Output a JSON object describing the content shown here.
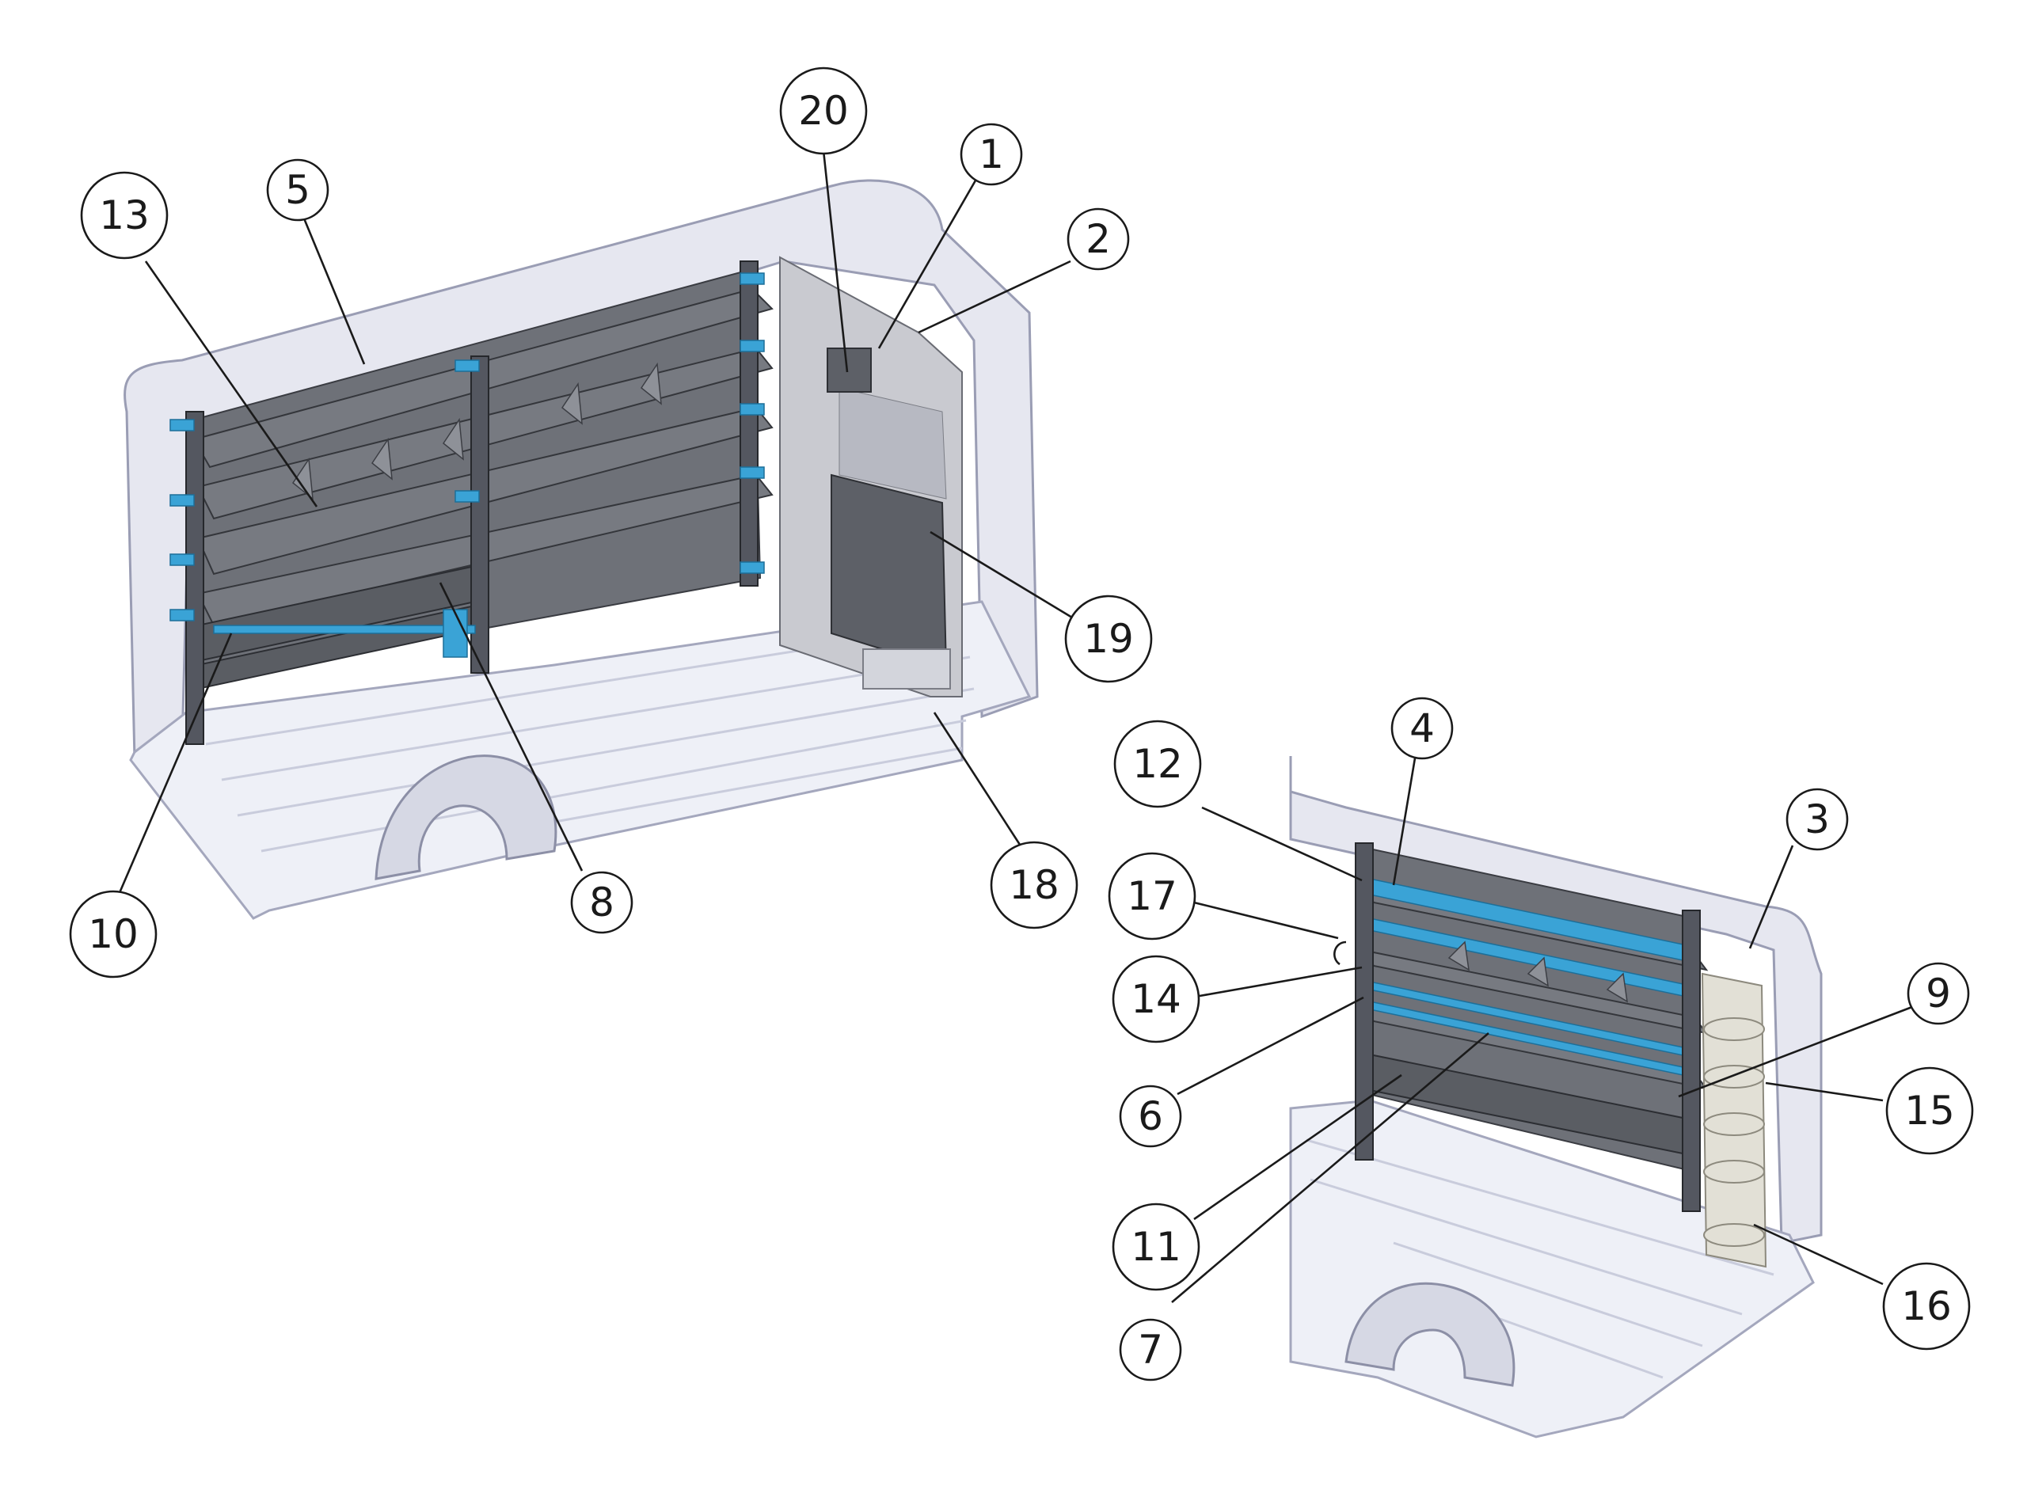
{
  "diagram": {
    "colors": {
      "van_body": "#e6e7f0",
      "shelving": "#777a81",
      "accent_blue": "#3aa3d6",
      "callout_stroke": "#1a1a1a"
    },
    "callouts": [
      {
        "id": "c20",
        "label": "20"
      },
      {
        "id": "c1",
        "label": "1"
      },
      {
        "id": "c2",
        "label": "2"
      },
      {
        "id": "c5",
        "label": "5"
      },
      {
        "id": "c13",
        "label": "13"
      },
      {
        "id": "c19",
        "label": "19"
      },
      {
        "id": "c18",
        "label": "18"
      },
      {
        "id": "c8",
        "label": "8"
      },
      {
        "id": "c10",
        "label": "10"
      },
      {
        "id": "c4",
        "label": "4"
      },
      {
        "id": "c12",
        "label": "12"
      },
      {
        "id": "c3",
        "label": "3"
      },
      {
        "id": "c17",
        "label": "17"
      },
      {
        "id": "c14",
        "label": "14"
      },
      {
        "id": "c9",
        "label": "9"
      },
      {
        "id": "c6",
        "label": "6"
      },
      {
        "id": "c15",
        "label": "15"
      },
      {
        "id": "c11",
        "label": "11"
      },
      {
        "id": "c16",
        "label": "16"
      },
      {
        "id": "c7",
        "label": "7"
      }
    ]
  }
}
